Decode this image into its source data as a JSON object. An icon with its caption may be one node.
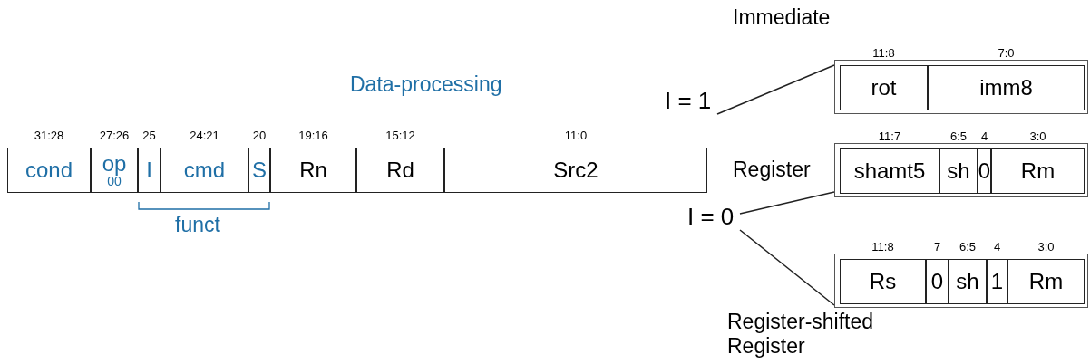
{
  "diagram": {
    "nodes": [
      {
        "text": [
          "Data-processing"
        ]
      },
      {
        "text": [
          "cond"
        ],
        "in": 0,
        "beside": [
          "31:28"
        ]
      },
      {
        "text": [
          "op",
          "00"
        ],
        "in": 0,
        "beside": [
          "27:26"
        ]
      },
      {
        "text": [
          "I"
        ],
        "in": 0,
        "beside": [
          "25"
        ]
      },
      {
        "text": [
          "cmd"
        ],
        "in": 0,
        "beside": [
          "24:21"
        ]
      },
      {
        "text": [
          "S"
        ],
        "in": 0,
        "beside": [
          "20"
        ]
      },
      {
        "text": [
          "Rn"
        ],
        "in": 0,
        "beside": [
          "19:16"
        ]
      },
      {
        "text": [
          "Rd"
        ],
        "in": 0,
        "beside": [
          "15:12"
        ]
      },
      {
        "text": [
          "Src2"
        ],
        "in": 0,
        "beside": [
          "11:0"
        ]
      },
      {
        "text": [
          "Immediate"
        ]
      },
      {
        "text": [
          "rot"
        ],
        "in": 9,
        "beside": [
          "11:8"
        ]
      },
      {
        "text": [
          "imm8"
        ],
        "in": 9,
        "beside": [
          "7:0"
        ]
      },
      {
        "text": [
          "Register"
        ]
      },
      {
        "text": [
          "shamt5"
        ],
        "in": 12,
        "beside": [
          "11:7"
        ]
      },
      {
        "text": [
          "sh"
        ],
        "in": 12,
        "beside": [
          "6:5"
        ]
      },
      {
        "text": [
          "0"
        ],
        "in": 12,
        "beside": [
          "4"
        ]
      },
      {
        "text": [
          "Rm"
        ],
        "in": 12,
        "beside": [
          "3:0"
        ]
      },
      {
        "text": [
          "Register-shifted Register"
        ]
      },
      {
        "text": [
          "Rs"
        ],
        "in": 17,
        "beside": [
          "11:8"
        ]
      },
      {
        "text": [
          "0"
        ],
        "in": 17,
        "beside": [
          "7"
        ]
      },
      {
        "text": [
          "sh"
        ],
        "in": 17,
        "beside": [
          "6:5"
        ]
      },
      {
        "text": [
          "1"
        ],
        "in": 17,
        "beside": [
          "4"
        ]
      },
      {
        "text": [
          "Rm"
        ],
        "in": 17,
        "beside": [
          "3:0"
        ]
      },
      {
        "text": [
          "I = 1"
        ]
      },
      {
        "text": [
          "I = 0"
        ]
      }
    ],
    "edges": [
      {
        "from": 23,
        "to": 9,
        "arrow": "none"
      },
      {
        "from": 24,
        "to": 12,
        "arrow": "none"
      },
      {
        "from": 24,
        "to": 17,
        "arrow": "none"
      }
    ],
    "labels": [
      "funct"
    ]
  }
}
